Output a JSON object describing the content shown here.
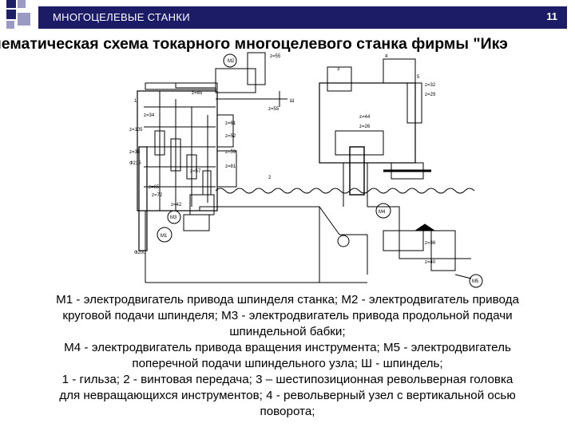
{
  "header": {
    "title": "МНОГОЦЕЛЕВЫЕ СТАНКИ",
    "slide_number": "11"
  },
  "heading": "нематическая схема токарного многоцелевого станка фирмы \"Икэ",
  "diagram_labels": {
    "motor_m1": "М1",
    "motor_m2": "М2",
    "motor_m3": "М3",
    "motor_m4": "М4",
    "motor_m5": "М5",
    "spindle": "Ш",
    "part_1": "1",
    "part_2": "2",
    "part_3": "3",
    "part_4": "4",
    "part_5": "5",
    "gear_z55a": "z=55",
    "gear_z85": "z=85",
    "gear_z55b": "z=55",
    "gear_z34": "z=34",
    "gear_z61": "z=61",
    "gear_z52": "z=52",
    "gear_z59": "z=59",
    "gear_z81": "z=81",
    "gear_z57": "z=57",
    "gear_z105": "z=105",
    "gear_z35": "z=35",
    "gear_z65": "z=65",
    "gear_z72": "z=72",
    "gear_z42": "z=42",
    "gear_z32": "z=32",
    "gear_z29": "z=29",
    "gear_z44": "z=44",
    "gear_z26": "z=26",
    "gear_z36": "z=36",
    "gear_z40": "z=40",
    "diam_215": "Ф215",
    "diam_200": "Ф200"
  },
  "caption": {
    "line1": "М1 - электродвигатель привода шпинделя станка; М2 - электродвигатель привода",
    "line2": "круговой подачи шпинделя; М3 - электродвигатель привода продольной подачи",
    "line3": "шпиндельной бабки;",
    "line4": "М4 - электродвигатель привода вращения инструмента; М5 - электродвигатель",
    "line5": "поперечной подачи шпиндельного узла; Ш - шпиндель;",
    "line6": "1 - гильза; 2 - винтовая передача; 3 – шестипозиционная револьверная головка",
    "line7": "для невращающихся инструментов; 4 - револьверный узел с вертикальной осью",
    "line8": "поворота;"
  },
  "colors": {
    "header_bar": "#1b1b66",
    "corner_dark": "#1f1f66",
    "corner_light": "#9a9ac2"
  }
}
